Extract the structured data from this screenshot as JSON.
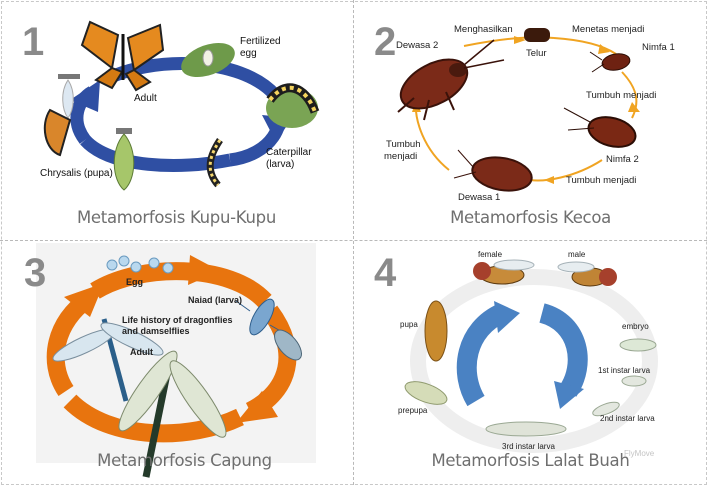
{
  "panels": [
    {
      "number": "1",
      "caption": "Metamorfosis Kupu-Kupu",
      "labels": {
        "fertilized_egg": "Fertilized\negg",
        "adult": "Adult",
        "caterpillar": "Caterpillar\n(larva)",
        "chrysalis": "Chrysalis (pupa)"
      }
    },
    {
      "number": "2",
      "caption": "Metamorfosis Kecoa",
      "labels": {
        "menghasilkan": "Menghasilkan",
        "dewasa_2": "Dewasa 2",
        "telur": "Telur",
        "menetas_menjadi": "Menetas menjadi",
        "nimfa_1": "Nimfa 1",
        "tumbuh_menjadi_right": "Tumbuh menjadi",
        "nimfa_2": "Nimfa 2",
        "tumbuh_menjadi_bottom": "Tumbuh menjadi",
        "dewasa_1": "Dewasa 1",
        "tumbuh_menjadi_left": "Tumbuh\nmenjadi"
      }
    },
    {
      "number": "3",
      "caption": "Metamorfosis Capung",
      "labels": {
        "egg": "Egg",
        "naiad": "Naiad (larva)",
        "life_history": "Life history of dragonflies\nand damselflies",
        "adult": "Adult"
      }
    },
    {
      "number": "4",
      "caption": "Metamorfosis Lalat Buah",
      "watermark": "FlyMove",
      "labels": {
        "female": "female",
        "male": "male",
        "embryo": "embryo",
        "instar1": "1st instar larva",
        "instar2": "2nd instar larva",
        "instar3": "3rd instar larva",
        "prepupa": "prepupa",
        "pupa": "pupa"
      }
    }
  ],
  "colors": {
    "butterfly_arrow": "#2f4fa3",
    "cockroach_arrow": "#f0a422",
    "dragonfly_ring": "#e8740e",
    "fly_arrow": "#4a82c3",
    "number_gray": "#8a8a8a",
    "caption_gray": "#6f6f6f"
  },
  "icons": {
    "panel1": [
      "butterfly-adult-icon",
      "egg-on-leaf-icon",
      "caterpillar-icon",
      "chrysalis-icon"
    ],
    "panel2": [
      "cockroach-adult-icon",
      "cockroach-egg-case-icon",
      "cockroach-nymph-icon"
    ],
    "panel3": [
      "dragonfly-icon",
      "dragonfly-eggs-icon",
      "naiad-icon"
    ],
    "panel4": [
      "fruit-fly-icon",
      "pupa-icon",
      "larva-icon",
      "embryo-icon"
    ]
  }
}
